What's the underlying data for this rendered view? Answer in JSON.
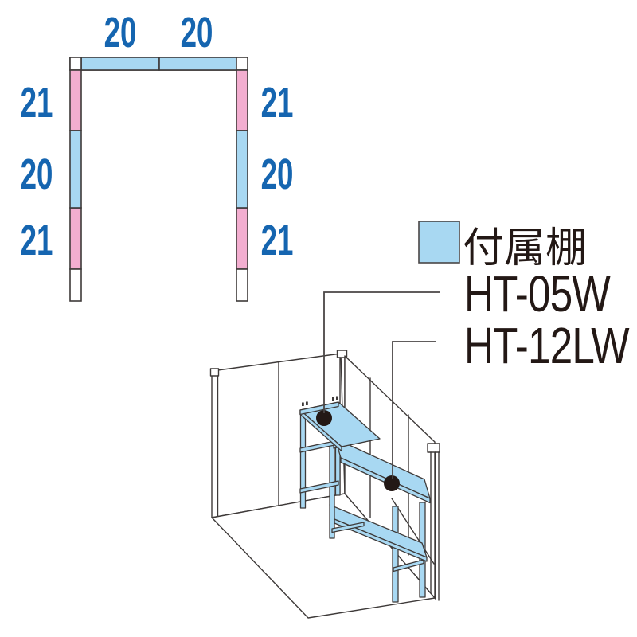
{
  "colors": {
    "shelf_blue": "#a8d8f2",
    "shelf_pink": "#f3aed0",
    "dimension_text": "#1565b0",
    "line_dark": "#3e3a39",
    "leader_line": "#4a4646",
    "dot": "#231815",
    "text_dark": "#231815",
    "white": "#ffffff"
  },
  "floor_plan": {
    "top_dimensions": [
      "20",
      "20"
    ],
    "left_dimensions": [
      "21",
      "20",
      "21"
    ],
    "right_dimensions": [
      "21",
      "20",
      "21"
    ]
  },
  "legend": {
    "shelf_swatch_label": "付属棚",
    "model_top": "HT-05W",
    "model_bottom": "HT-12LW"
  }
}
